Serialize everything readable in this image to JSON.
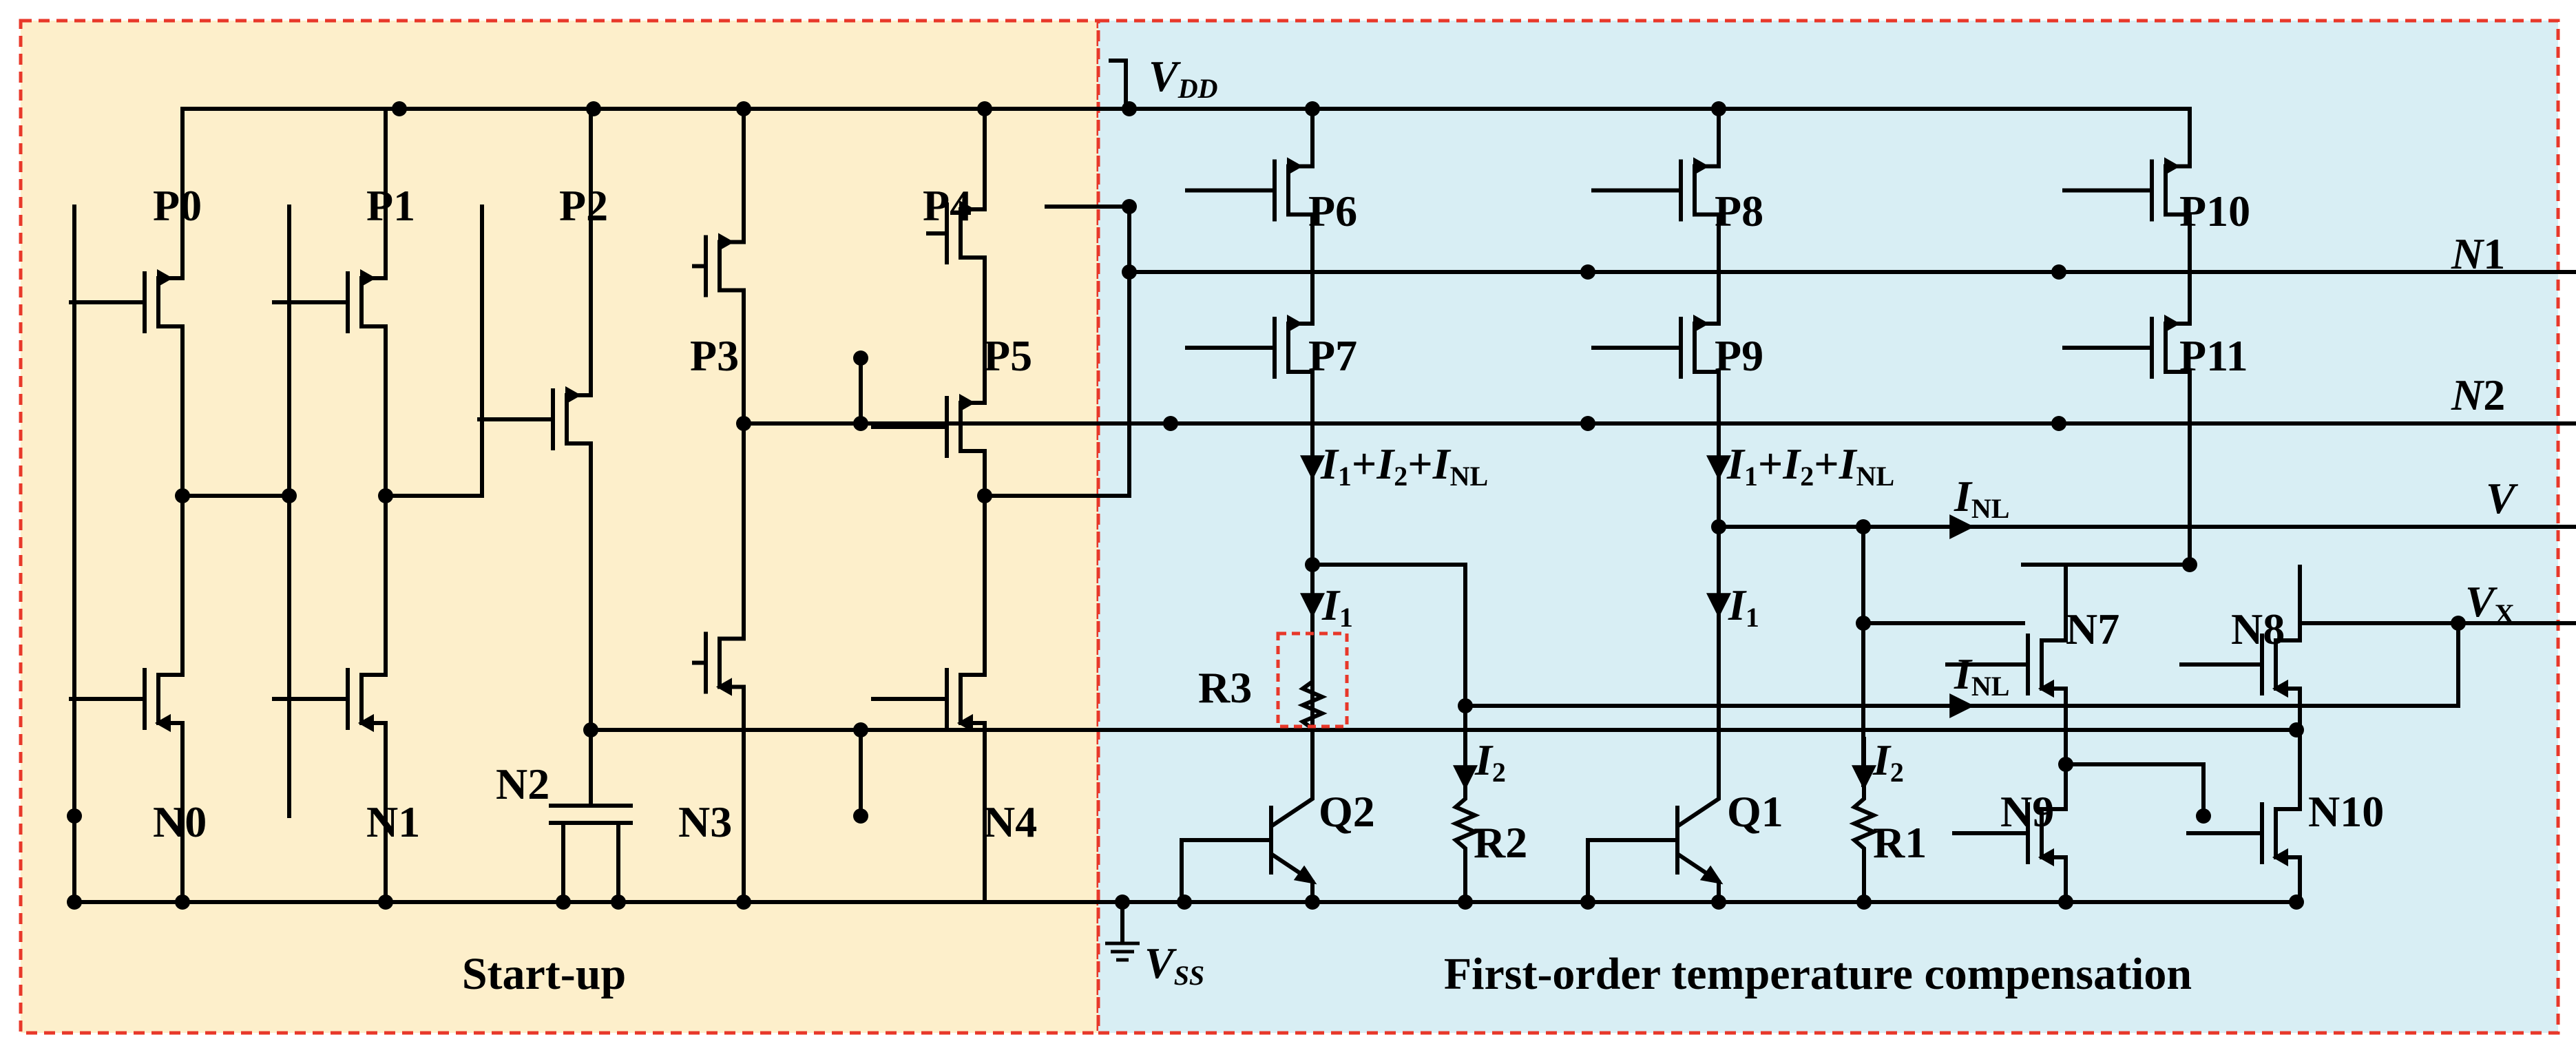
{
  "colors": {
    "startup_bg": "#FDEFCB",
    "tc_bg": "#D8EEF4",
    "border": "#E8382A",
    "wire": "#000000"
  },
  "regions": {
    "startup": "Start-up",
    "tc": "First-order temperature compensation"
  },
  "supply": {
    "vdd_main": "V",
    "vdd_sub": "DD",
    "vss_main": "V",
    "vss_sub": "SS"
  },
  "transistors": {
    "P0": "P0",
    "P1": "P1",
    "P2": "P2",
    "P3": "P3",
    "P4": "P4",
    "P5": "P5",
    "P6": "P6",
    "P7": "P7",
    "P8": "P8",
    "P9": "P9",
    "P10": "P10",
    "P11": "P11",
    "N0": "N0",
    "N1": "N1",
    "N2": "N2",
    "N3": "N3",
    "N4": "N4",
    "N7": "N7",
    "N8": "N8",
    "N9": "N9",
    "N10": "N10",
    "Q1": "Q1",
    "Q2": "Q2",
    "R1": "R1",
    "R2": "R2",
    "R3": "R3"
  },
  "nets": {
    "n1_main": "N",
    "n1_num": "1",
    "n2_main": "N",
    "n2_num": "2",
    "v": "V",
    "vx_main": "V",
    "vx_sub": "X"
  },
  "currents": {
    "sum_i1": "I",
    "sum_s1": "1",
    "plus1": "+",
    "sum_i2": "I",
    "sum_s2": "2",
    "plus2": "+",
    "sum_inl": "I",
    "sum_snl": "NL",
    "i_main": "I",
    "s1": "1",
    "s2": "2",
    "snl": "NL"
  }
}
